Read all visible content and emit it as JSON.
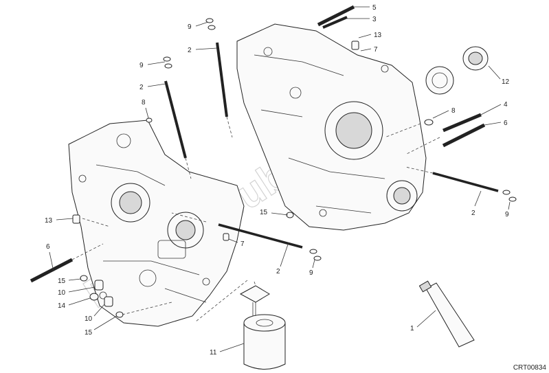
{
  "diagram": {
    "drawing_code": "CRT00834",
    "watermark_text": "PartsRepublik",
    "callouts": [
      {
        "id": "c5",
        "label": "5"
      },
      {
        "id": "c3",
        "label": "3"
      },
      {
        "id": "c9a",
        "label": "9"
      },
      {
        "id": "c2a",
        "label": "2"
      },
      {
        "id": "c13a",
        "label": "13"
      },
      {
        "id": "c7a",
        "label": "7"
      },
      {
        "id": "c9b",
        "label": "9"
      },
      {
        "id": "c2b",
        "label": "2"
      },
      {
        "id": "c12",
        "label": "12"
      },
      {
        "id": "c8a",
        "label": "8"
      },
      {
        "id": "c8b",
        "label": "8"
      },
      {
        "id": "c4",
        "label": "4"
      },
      {
        "id": "c6a",
        "label": "6"
      },
      {
        "id": "c2c",
        "label": "2"
      },
      {
        "id": "c9c",
        "label": "9"
      },
      {
        "id": "c13b",
        "label": "13"
      },
      {
        "id": "c15a",
        "label": "15"
      },
      {
        "id": "c7b",
        "label": "7"
      },
      {
        "id": "c6b",
        "label": "6"
      },
      {
        "id": "c2d",
        "label": "2"
      },
      {
        "id": "c9d",
        "label": "9"
      },
      {
        "id": "c15b",
        "label": "15"
      },
      {
        "id": "c10a",
        "label": "10"
      },
      {
        "id": "c14",
        "label": "14"
      },
      {
        "id": "c10b",
        "label": "10"
      },
      {
        "id": "c15c",
        "label": "15"
      },
      {
        "id": "c11",
        "label": "11"
      },
      {
        "id": "c1",
        "label": "1"
      }
    ]
  }
}
